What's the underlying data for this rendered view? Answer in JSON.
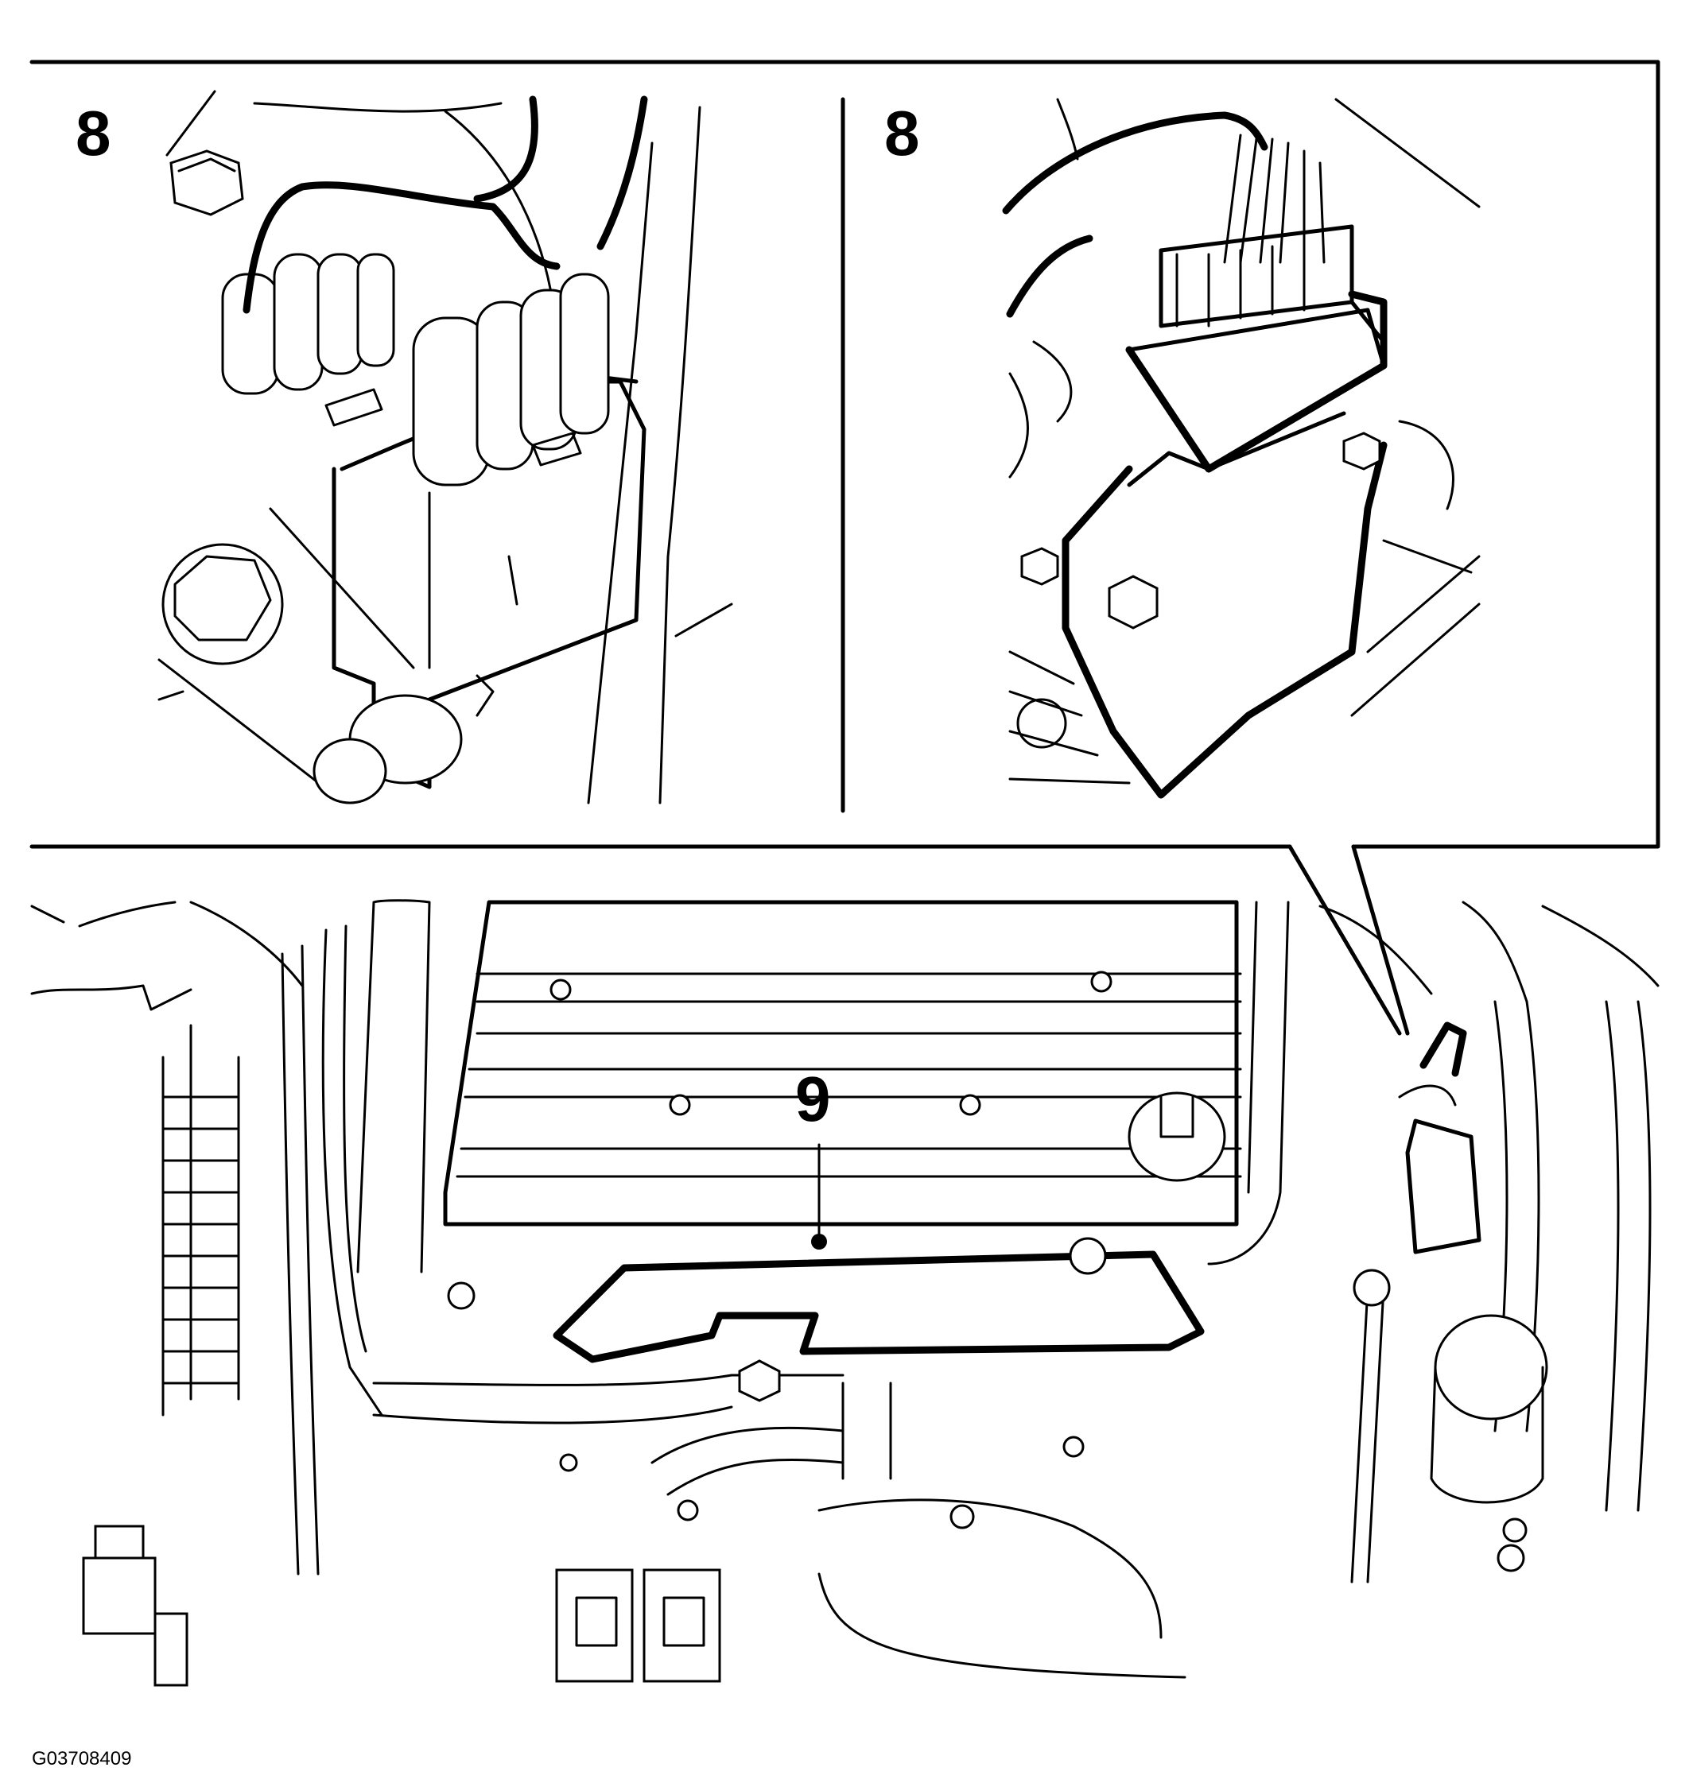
{
  "labels": {
    "inset_left": "8",
    "inset_right": "8",
    "main_callout": "9",
    "figure_code": "G03708409"
  }
}
